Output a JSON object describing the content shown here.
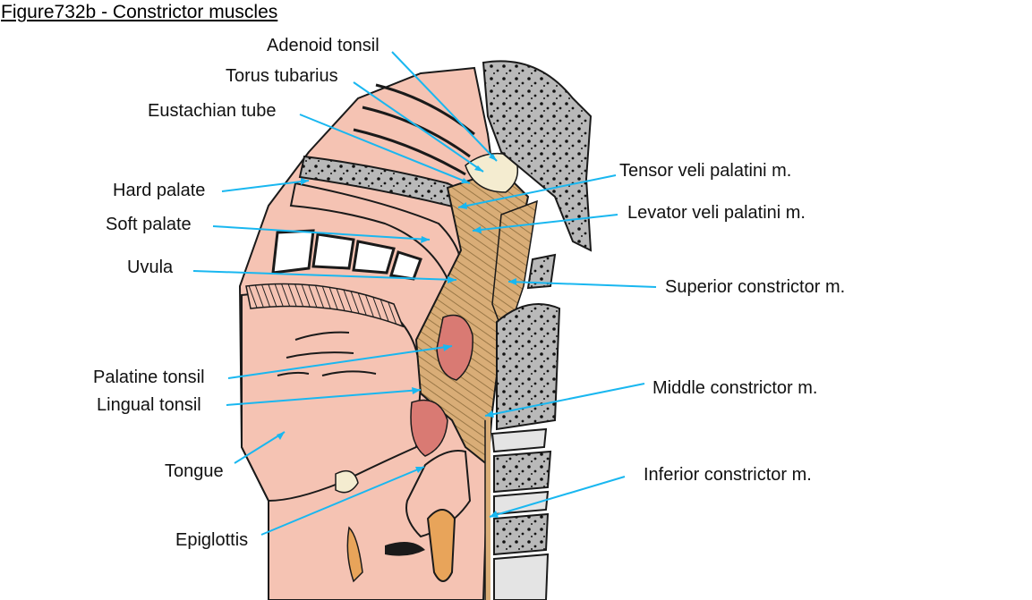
{
  "title": "Figure732b - Constrictor muscles",
  "colors": {
    "leader": "#19b7f0",
    "mucosa": "#f5c3b3",
    "muscle": "#d9ad77",
    "bone": "#b9b9b9",
    "cartilage": "#e8a45a",
    "tonsil": "#d97a73",
    "outline": "#1a1a1a"
  },
  "labels": {
    "adenoid_tonsil": "Adenoid tonsil",
    "torus_tubarius": "Torus tubarius",
    "eustachian_tube": "Eustachian tube",
    "hard_palate": "Hard palate",
    "soft_palate": "Soft palate",
    "uvula": "Uvula",
    "palatine_tonsil": "Palatine tonsil",
    "lingual_tonsil": "Lingual tonsil",
    "tongue": "Tongue",
    "epiglottis": "Epiglottis",
    "tensor_veli_palatini": "Tensor veli palatini m.",
    "levator_veli_palatini": "Levator veli palatini m.",
    "superior_constrictor": "Superior constrictor m.",
    "middle_constrictor": "Middle constrictor m.",
    "inferior_constrictor": "Inferior constrictor m."
  }
}
